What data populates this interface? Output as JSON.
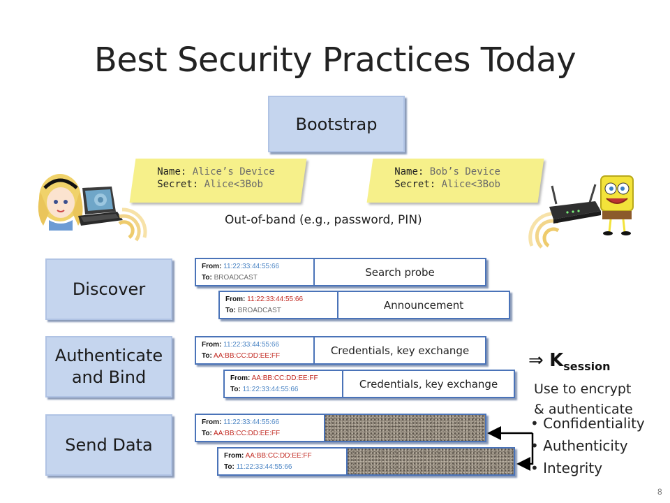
{
  "title": "Best Security Practices Today",
  "bootstrap": "Bootstrap",
  "alice_tag": {
    "name_label": "Name:",
    "name_value": "Alice’s Device",
    "secret_label": "Secret:",
    "secret_value": "Alice<3Bob"
  },
  "bob_tag": {
    "name_label": "Name:",
    "name_value": "Bob’s Device",
    "secret_label": "Secret:",
    "secret_value": "Alice<3Bob"
  },
  "oob_label": "Out-of-band (e.g., password, PIN)",
  "stages": {
    "discover": "Discover",
    "auth_line1": "Authenticate",
    "auth_line2": "and Bind",
    "send": "Send Data"
  },
  "from_label": "From:",
  "to_label": "To:",
  "messages": {
    "m1": {
      "from": "11:22:33:44:55:66",
      "to": "BROADCAST",
      "body": "Search probe"
    },
    "m2": {
      "from": "11:22:33:44:55:66",
      "to": "BROADCAST",
      "body": "Announcement"
    },
    "m3": {
      "from": "11:22:33:44:55:66",
      "to": "AA:BB:CC:DD:EE:FF",
      "body": "Credentials, key exchange"
    },
    "m4": {
      "from": "AA:BB:CC:DD:EE:FF",
      "to": "11:22:33:44:55:66",
      "body": "Credentials, key exchange"
    },
    "m5": {
      "from": "11:22:33:44:55:66",
      "to": "AA:BB:CC:DD:EE:FF"
    },
    "m6": {
      "from": "AA:BB:CC:DD:EE:FF",
      "to": "11:22:33:44:55:66"
    }
  },
  "session": {
    "arrow": "⇒",
    "k": "K",
    "sub": "session",
    "line1": "Use to encrypt",
    "line2": "& authenticate"
  },
  "bullets": [
    "Confidentiality",
    "Authenticity",
    "Integrity"
  ],
  "slide_number": "8",
  "icons": {
    "alice": "alice-character-icon",
    "laptop": "laptop-icon",
    "router": "wireless-router-icon",
    "sponge": "spongebob-character-icon"
  }
}
